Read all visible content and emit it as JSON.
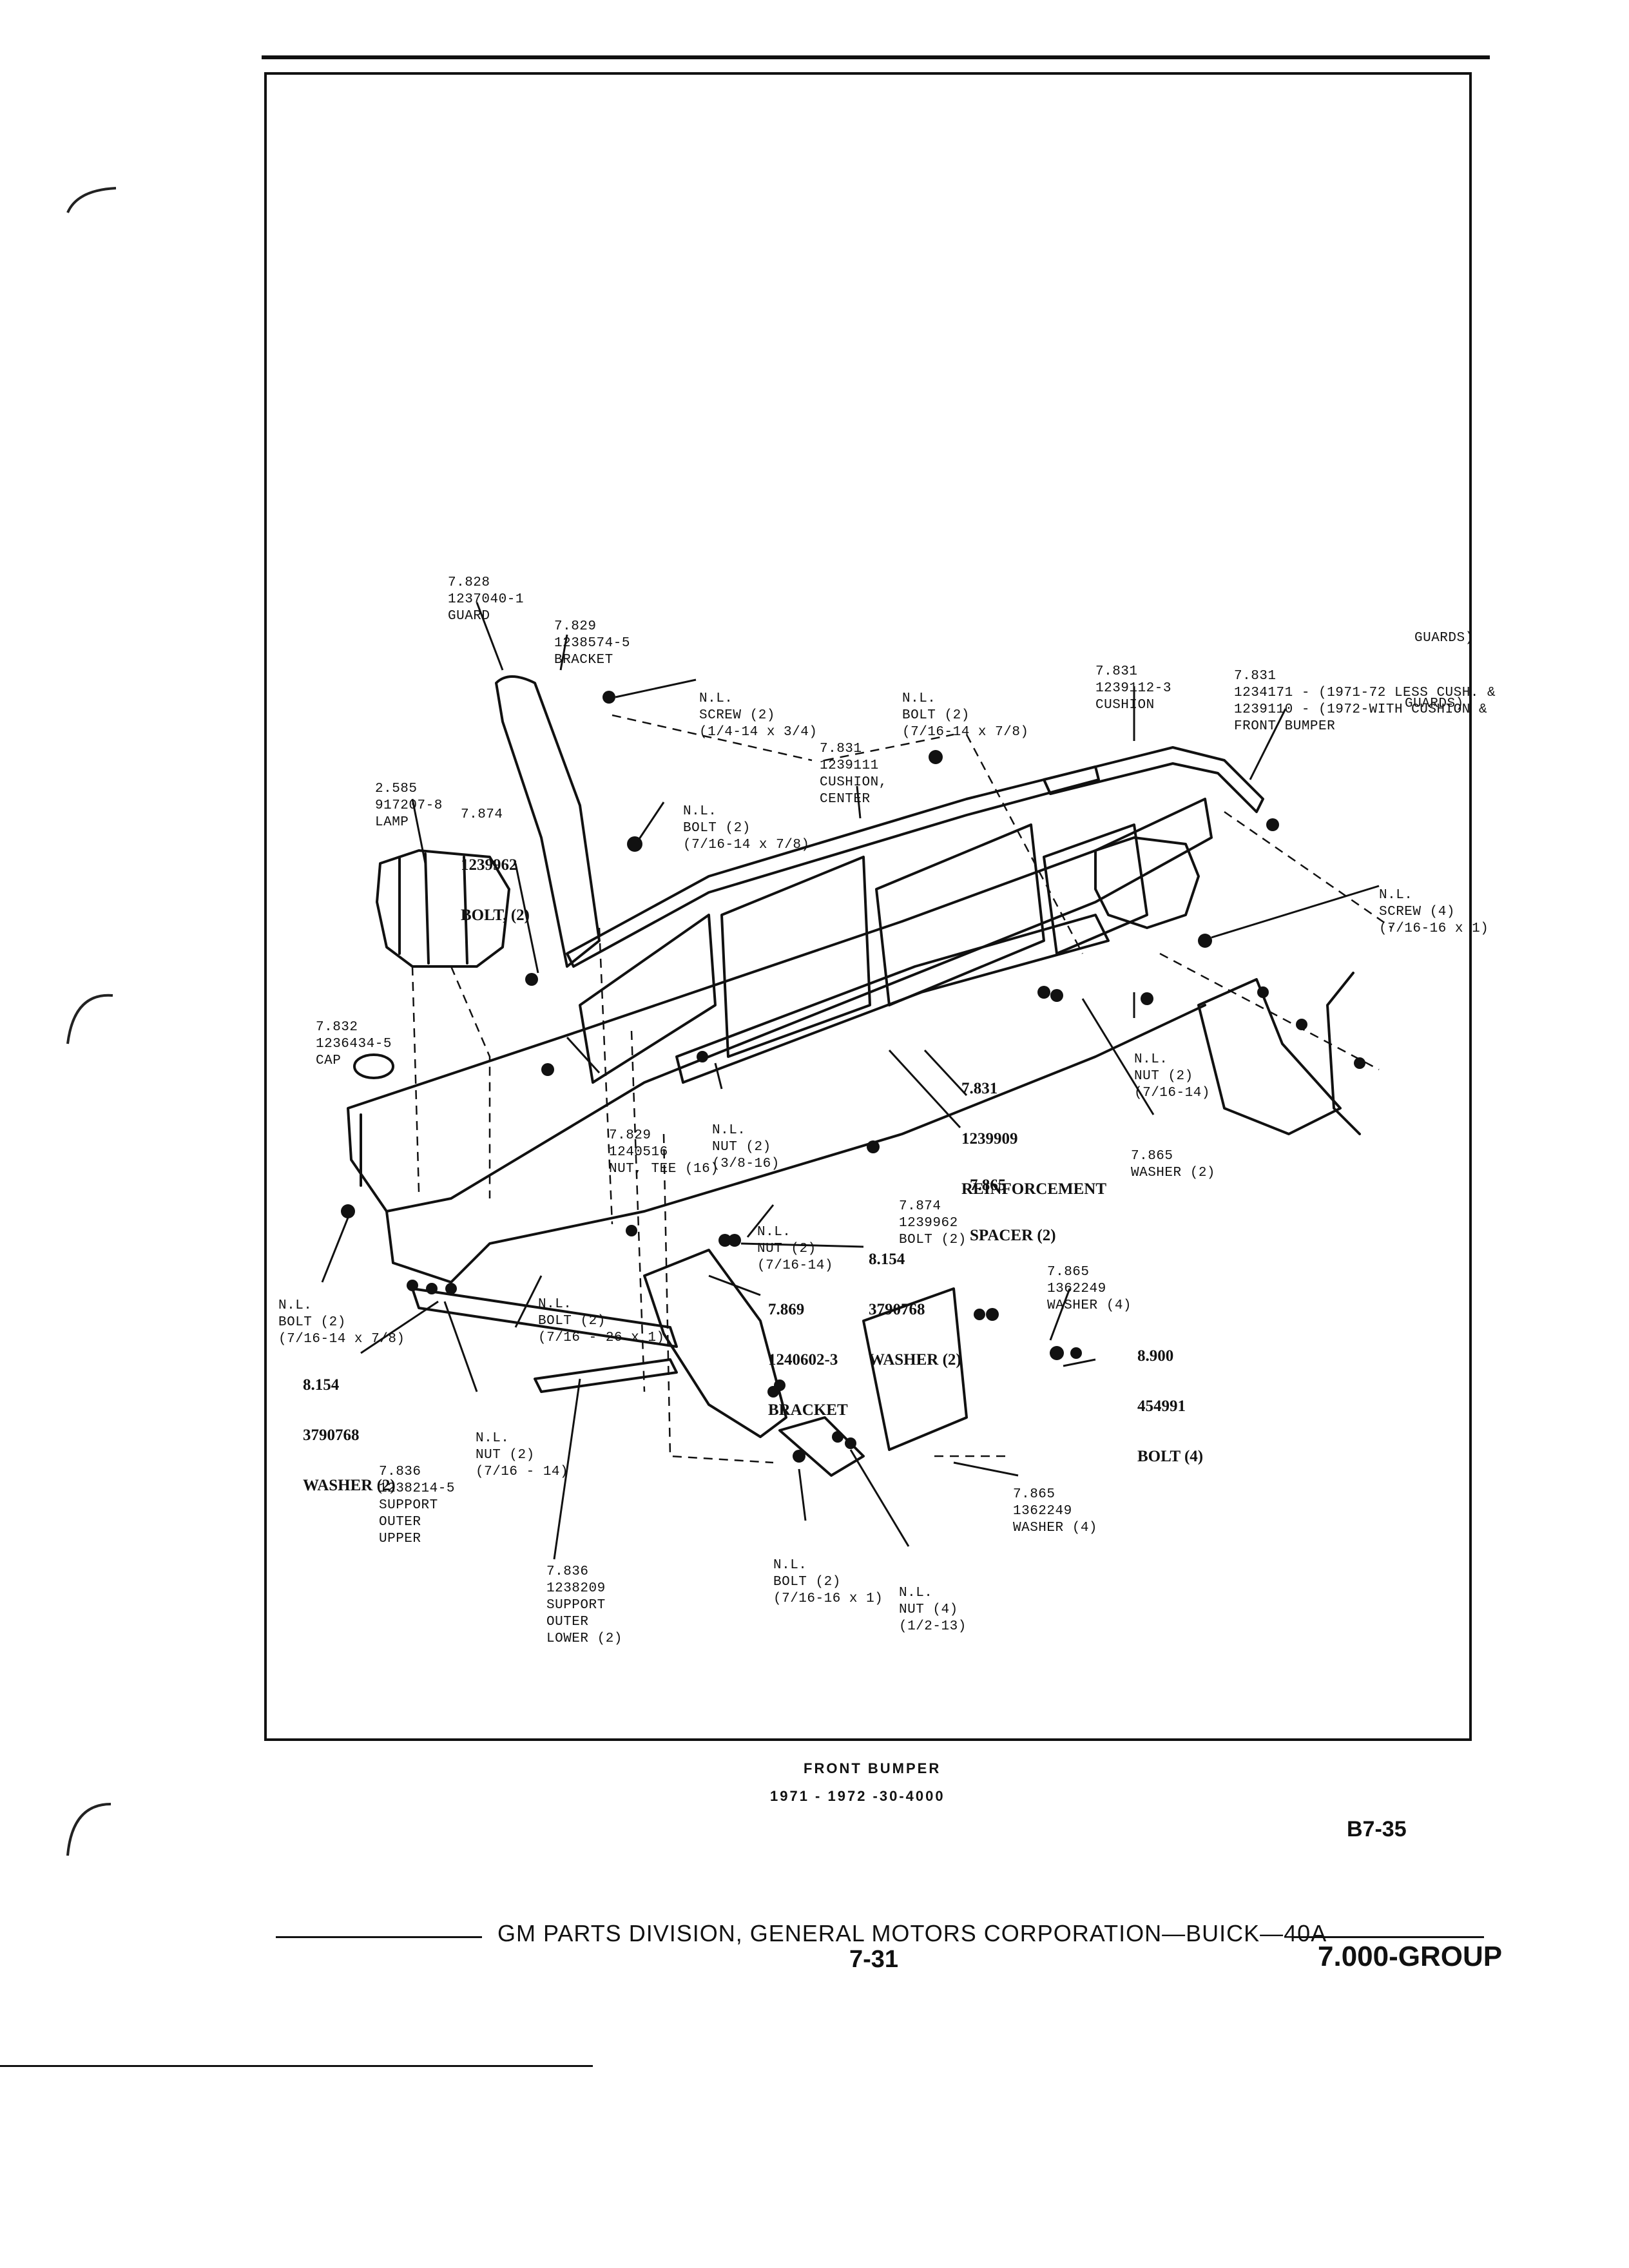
{
  "diagram": {
    "caption_title": "FRONT BUMPER",
    "caption_sub": "1971 - 1972 -30-4000",
    "page_code": "B7-35",
    "labels": {
      "guard": [
        "7.828",
        "1237040-1",
        "GUARD"
      ],
      "bracket_top": [
        "7.829",
        "1238574-5",
        "BRACKET"
      ],
      "screw_nl": [
        "N.L.",
        "SCREW (2)",
        "(1/4-14 x 3/4)"
      ],
      "bolt_nl_top": [
        "N.L.",
        "BOLT (2)",
        "(7/16-14 x 7/8)"
      ],
      "cushion_center": [
        "7.831",
        "1239111",
        "CUSHION,",
        "CENTER"
      ],
      "cushion_right": [
        "7.831",
        "1239112-3",
        "CUSHION"
      ],
      "guards_note": [
        "7.831",
        "1234171 - (1971-72 LESS CUSH. &",
        "1239110 - (1972-WITH CUSHION &",
        "FRONT BUMPER"
      ],
      "guards_word_1": "GUARDS)",
      "guards_word_2": "GUARDS)",
      "lamp": [
        "2.585",
        "917207-8",
        "LAMP"
      ],
      "bolt_7874": [
        "7.874",
        "1239962",
        "BOLT, (2)"
      ],
      "bolt_nl_mid": [
        "N.L.",
        "BOLT (2)",
        "(7/16-14 x 7/8)"
      ],
      "screw_nl_right": [
        "N.L.",
        "SCREW (4)",
        "(7/16-16 x 1)"
      ],
      "cap": [
        "7.832",
        "1236434-5",
        "CAP"
      ],
      "nut_nl_right": [
        "N.L.",
        "NUT (2)",
        "(7/16-14)"
      ],
      "reinforcement": [
        "7.831",
        "1239909",
        "REINFORCEMENT"
      ],
      "nut_tee": [
        "7.829",
        "1240516",
        "NUT, TEE (16)"
      ],
      "nut_nl_mid": [
        "N.L.",
        "NUT (2)",
        "(3/8-16)"
      ],
      "washer_7865_right": [
        "7.865",
        "WASHER (2)"
      ],
      "spacer": [
        "7.865",
        "SPACER (2)"
      ],
      "bolt_7874_b": [
        "7.874",
        "1239962",
        "BOLT (2)"
      ],
      "nut_nl_center": [
        "N.L.",
        "NUT (2)",
        "(7/16-14)"
      ],
      "washer_8154_center": [
        "8.154",
        "3790768",
        "WASHER (2)"
      ],
      "washer_7865_4": [
        "7.865",
        "1362249",
        "WASHER (4)"
      ],
      "bolt_nl_left": [
        "N.L.",
        "BOLT (2)",
        "(7/16-14 x 7/8)"
      ],
      "bolt_nl_left2": [
        "N.L.",
        "BOLT (2)",
        "(7/16 - 26 x 1)"
      ],
      "bracket_7869": [
        "7.869",
        "1240602-3",
        "BRACKET"
      ],
      "bolt_8900": [
        "8.900",
        "454991",
        "BOLT (4)"
      ],
      "washer_8154_left": [
        "8.154",
        "3790768",
        "WASHER (2)"
      ],
      "nut_nl_left": [
        "N.L.",
        "NUT (2)",
        "(7/16 - 14)"
      ],
      "support_upper": [
        "7.836",
        "1238214-5",
        "SUPPORT",
        "OUTER",
        "UPPER"
      ],
      "washer_7865_low": [
        "7.865",
        "1362249",
        "WASHER (4)"
      ],
      "bolt_nl_low": [
        "N.L.",
        "BOLT (2)",
        "(7/16-16 x 1)"
      ],
      "nut_nl_low": [
        "N.L.",
        "NUT (4)",
        "(1/2-13)"
      ],
      "support_lower": [
        "7.836",
        "1238209",
        "SUPPORT",
        "OUTER",
        "LOWER (2)"
      ]
    }
  },
  "footer": {
    "division": "GM PARTS DIVISION, GENERAL MOTORS CORPORATION—BUICK—40A",
    "page_number": "7-31",
    "group": "7.000-GROUP"
  }
}
